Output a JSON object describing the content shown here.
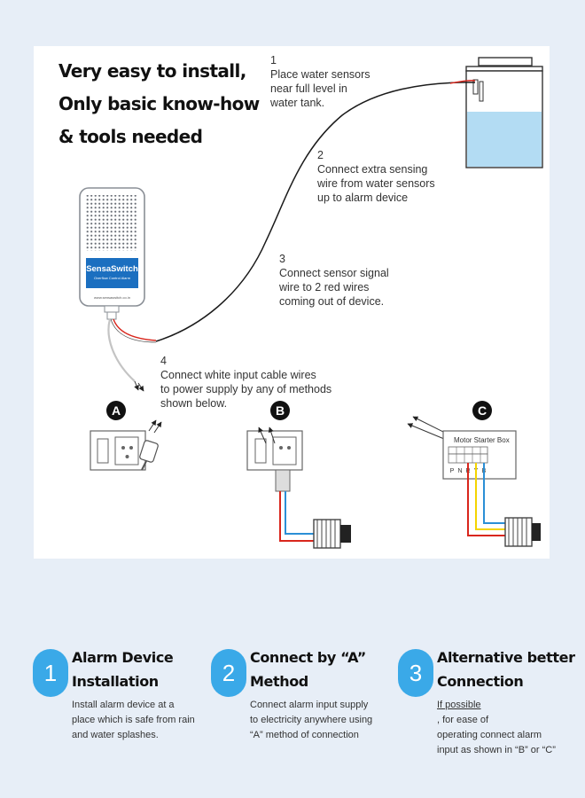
{
  "headline": [
    "Very easy to install,",
    "Only basic know-how",
    "& tools needed"
  ],
  "steps": [
    {
      "number": "1",
      "lines": [
        "Place water sensors",
        "near full level in",
        "water tank."
      ]
    },
    {
      "number": "2",
      "lines": [
        "Connect extra sensing",
        "wire from water sensors",
        "up to alarm device"
      ]
    },
    {
      "number": "3",
      "lines": [
        "Connect sensor signal",
        "wire to 2 red wires",
        "coming out of device."
      ]
    },
    {
      "number": "4",
      "lines": [
        "Connect white input cable wires",
        "to power supply by any of methods",
        "shown below."
      ]
    }
  ],
  "device": {
    "brand": "SensaSwitch",
    "subtitle": "Overflow Control Alarm",
    "url": "www.sensaswitch.co.in"
  },
  "methods": [
    {
      "letter": "A"
    },
    {
      "letter": "B"
    },
    {
      "letter": "C",
      "box_label": "Motor Starter Box",
      "terminals": [
        "P",
        "N",
        "R",
        "Y",
        "B"
      ]
    }
  ],
  "cards": [
    {
      "number": "1",
      "title": [
        "Alarm Device",
        "Installation"
      ],
      "text": [
        "Install alarm device at a",
        "place which is safe from rain",
        "and water splashes."
      ]
    },
    {
      "number": "2",
      "title": [
        "Connect by “A”",
        "Method"
      ],
      "text": [
        "Connect alarm input supply",
        "to electricity anywhere using",
        "“A” method of connection"
      ]
    },
    {
      "number": "3",
      "title": [
        "Alternative better",
        "Connection"
      ],
      "text_first_underlined": "If possible",
      "text_first_rest": ", for ease of",
      "text": [
        "If possible, for ease of",
        "operating connect alarm",
        "input as shown in “B” or “C”"
      ]
    }
  ],
  "colors": {
    "background": "#e7eef7",
    "accent": "#3aa9e8",
    "water": "#b3dcf3",
    "device_label": "#1b6fc0",
    "wire_red": "#d9261c",
    "wire_blue": "#2b8fd6",
    "wire_yellow": "#f4d400"
  }
}
